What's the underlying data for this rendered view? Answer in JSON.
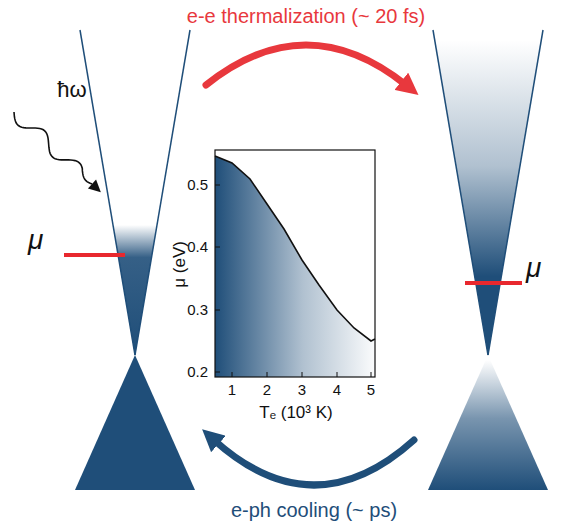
{
  "diagram": {
    "nodes": [
      {
        "text": [
          "μ"
        ]
      },
      {
        "text": [
          "μ"
        ]
      }
    ],
    "edges": [
      {
        "from": 0,
        "to": 1,
        "label": "e-e thermalization (~ 20 fs)",
        "arrow": "to"
      },
      {
        "from": 1,
        "to": 0,
        "label": "e-ph cooling (~ ps)",
        "arrow": "to"
      }
    ],
    "labels": [
      "ħω",
      "0.5",
      "0.4",
      "0.3",
      "0.2",
      "1",
      "2",
      "3",
      "4",
      "5",
      "μ (eV)",
      "Tₑ (10³ K)"
    ]
  }
}
